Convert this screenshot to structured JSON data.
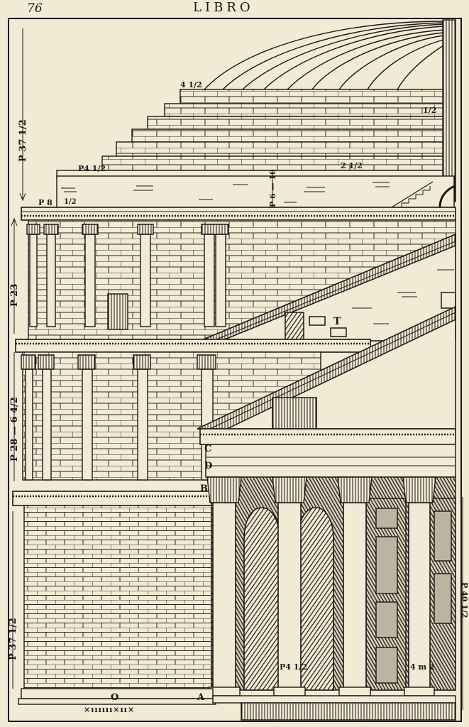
{
  "header": {
    "page_number": "76",
    "running_head": "LIBRO"
  },
  "dimensions": {
    "dome_step": "4 1/2",
    "step_height": "1/2",
    "upper_step": "2 1/2",
    "p4": "P4 1/2",
    "p6": "P 6 — 10",
    "p8": "P 8",
    "half": "1/2",
    "p37_top": "P 37 1/2",
    "p23": "P 23",
    "p28": "P 28 — 6 4/2",
    "p37_bottom": "P 37 1/2",
    "p40": "P 40 1/2",
    "column_p4": "P4 1/2",
    "column_4m2": "4 m 2"
  },
  "letters": {
    "t": "T",
    "c": "C",
    "d": "D",
    "b": "B",
    "a": "A",
    "o": "O"
  },
  "scale_bar": "×ıııııı×ıı×"
}
